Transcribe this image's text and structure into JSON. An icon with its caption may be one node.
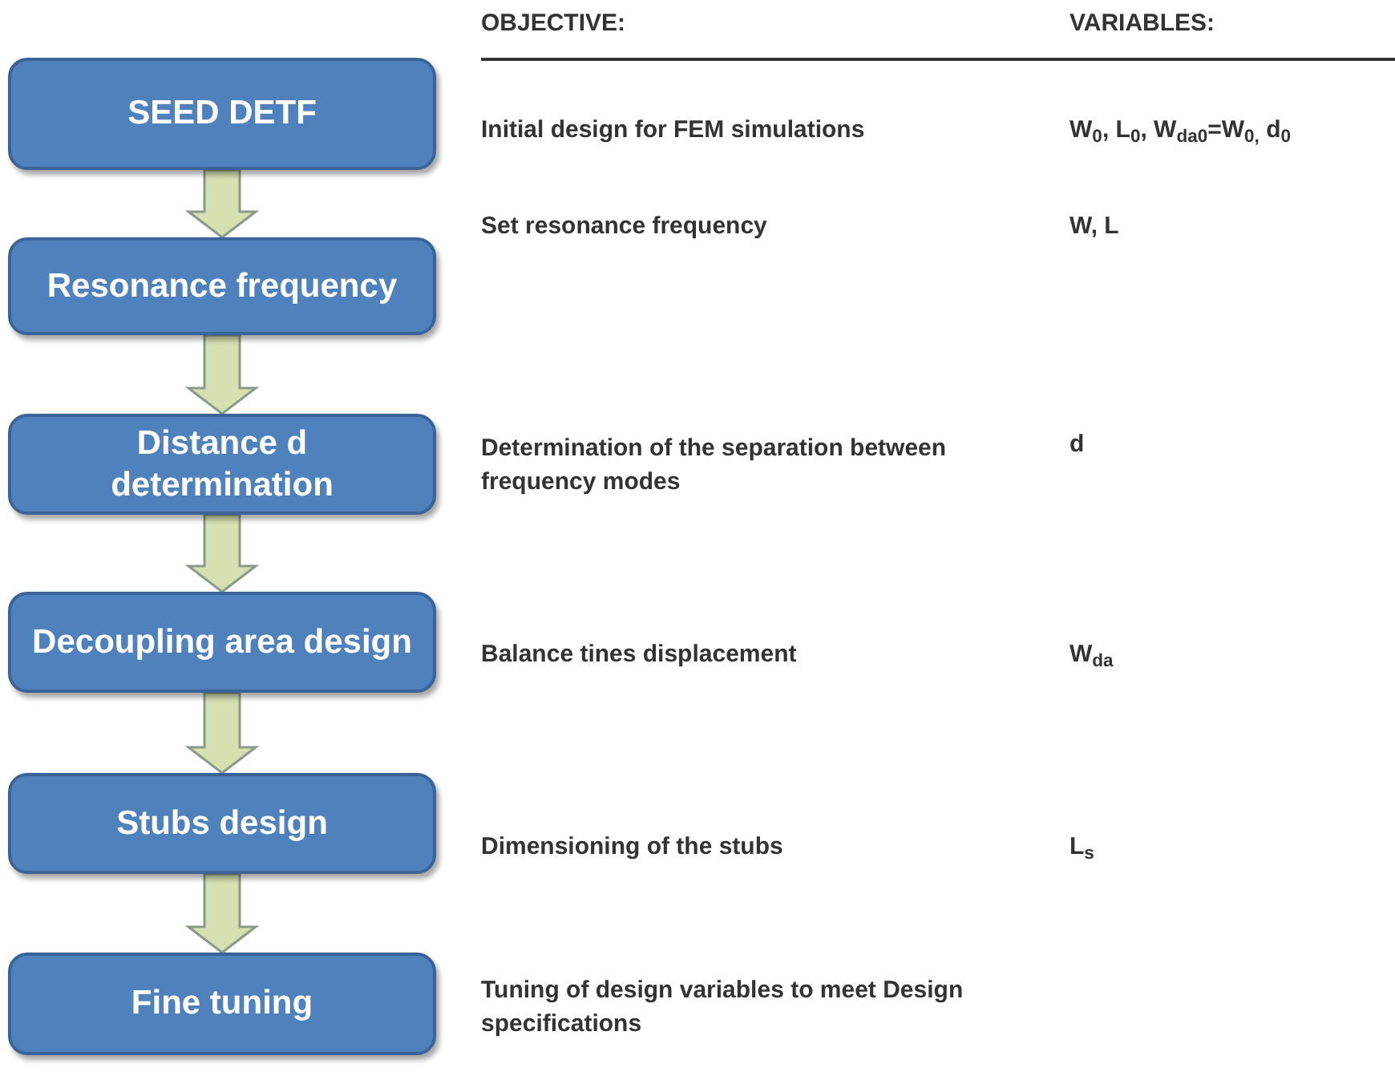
{
  "diagram": {
    "nodes": [
      {
        "text": [
          "SEED DETF"
        ]
      },
      {
        "text": [
          "Resonance frequency"
        ]
      },
      {
        "text": [
          "Distance d determination"
        ]
      },
      {
        "text": [
          "Decoupling area design"
        ]
      },
      {
        "text": [
          "Stubs design"
        ]
      },
      {
        "text": [
          "Fine tuning"
        ]
      }
    ],
    "edges": [
      {
        "from": 0,
        "to": 1,
        "arrow": "to"
      },
      {
        "from": 1,
        "to": 2,
        "arrow": "to"
      },
      {
        "from": 2,
        "to": 3,
        "arrow": "to"
      },
      {
        "from": 3,
        "to": 4,
        "arrow": "to"
      },
      {
        "from": 4,
        "to": 5,
        "arrow": "to"
      }
    ],
    "labels": [
      "OBJECTIVE:",
      "VARIABLES:",
      "Initial design for FEM simulations",
      "W$_{0}$, L$_{0}$, W$_{da0}$=W$_{0,}$ d$_{0}$",
      "Set resonance frequency",
      "W, L",
      "Determination of the separation between frequency modes",
      "d",
      "Balance tines displacement",
      "W$_{da}$",
      "Dimensioning of the stubs",
      "L$_{s}$",
      "Tuning of design variables to meet Design specifications"
    ]
  }
}
